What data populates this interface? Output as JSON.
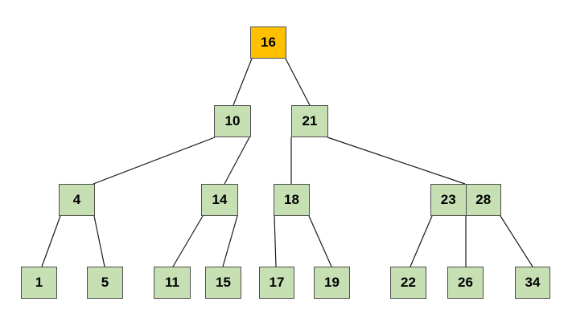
{
  "diagram": {
    "type": "tree",
    "kind": "2-3-tree",
    "colors": {
      "highlight_fill": "#FFC000",
      "node_fill": "#C6E0B4",
      "node_border": "#4D4D4D",
      "edge_stroke": "#1A1A1A",
      "background": "#FFFFFF",
      "text": "#000000"
    },
    "nodes": [
      {
        "id": "16",
        "keys": [
          "16"
        ],
        "highlighted": true,
        "level": 0
      },
      {
        "id": "10",
        "keys": [
          "10"
        ],
        "highlighted": false,
        "level": 1
      },
      {
        "id": "21",
        "keys": [
          "21"
        ],
        "highlighted": false,
        "level": 1
      },
      {
        "id": "4",
        "keys": [
          "4"
        ],
        "highlighted": false,
        "level": 2
      },
      {
        "id": "14",
        "keys": [
          "14"
        ],
        "highlighted": false,
        "level": 2
      },
      {
        "id": "18",
        "keys": [
          "18"
        ],
        "highlighted": false,
        "level": 2
      },
      {
        "id": "23-28",
        "keys": [
          "23",
          "28"
        ],
        "highlighted": false,
        "level": 2
      },
      {
        "id": "1",
        "keys": [
          "1"
        ],
        "highlighted": false,
        "level": 3
      },
      {
        "id": "5",
        "keys": [
          "5"
        ],
        "highlighted": false,
        "level": 3
      },
      {
        "id": "11",
        "keys": [
          "11"
        ],
        "highlighted": false,
        "level": 3
      },
      {
        "id": "15",
        "keys": [
          "15"
        ],
        "highlighted": false,
        "level": 3
      },
      {
        "id": "17",
        "keys": [
          "17"
        ],
        "highlighted": false,
        "level": 3
      },
      {
        "id": "19",
        "keys": [
          "19"
        ],
        "highlighted": false,
        "level": 3
      },
      {
        "id": "22",
        "keys": [
          "22"
        ],
        "highlighted": false,
        "level": 3
      },
      {
        "id": "26",
        "keys": [
          "26"
        ],
        "highlighted": false,
        "level": 3
      },
      {
        "id": "34",
        "keys": [
          "34"
        ],
        "highlighted": false,
        "level": 3
      }
    ],
    "edges": [
      {
        "from": "16",
        "to": "10"
      },
      {
        "from": "16",
        "to": "21"
      },
      {
        "from": "10",
        "to": "4"
      },
      {
        "from": "10",
        "to": "14"
      },
      {
        "from": "21",
        "to": "18"
      },
      {
        "from": "21",
        "to": "23-28"
      },
      {
        "from": "4",
        "to": "1"
      },
      {
        "from": "4",
        "to": "5"
      },
      {
        "from": "14",
        "to": "11"
      },
      {
        "from": "14",
        "to": "15"
      },
      {
        "from": "18",
        "to": "17"
      },
      {
        "from": "18",
        "to": "19"
      },
      {
        "from": "23-28",
        "to": "22"
      },
      {
        "from": "23-28",
        "to": "26"
      },
      {
        "from": "23-28",
        "to": "34"
      }
    ]
  }
}
